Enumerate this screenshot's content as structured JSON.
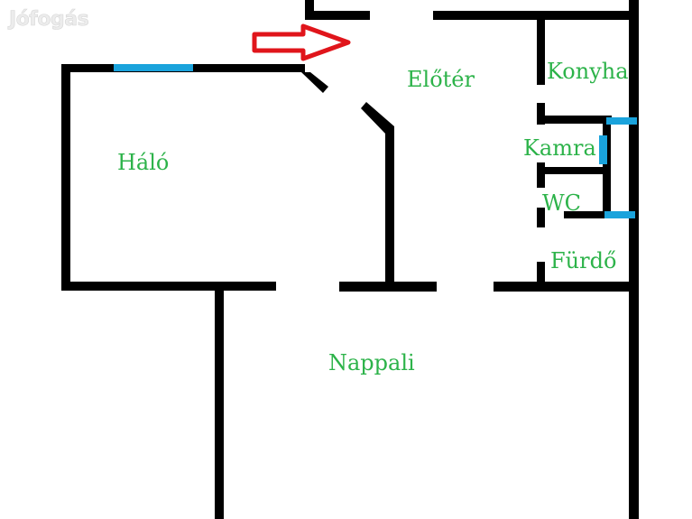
{
  "watermark": {
    "text": "Jófogás"
  },
  "colors": {
    "wall": "#000000",
    "window": "#1aa3dc",
    "label": "#2db34a",
    "arrow": "#e0151b",
    "watermark": "#ececec"
  },
  "entrance_arrow_icon": "right-arrow-outline",
  "rooms": {
    "eloter": "Előtér",
    "konyha": "Konyha",
    "halo": "Háló",
    "kamra": "Kamra",
    "wc": "WC",
    "furdo": "Fürdő",
    "nappali": "Nappali"
  }
}
